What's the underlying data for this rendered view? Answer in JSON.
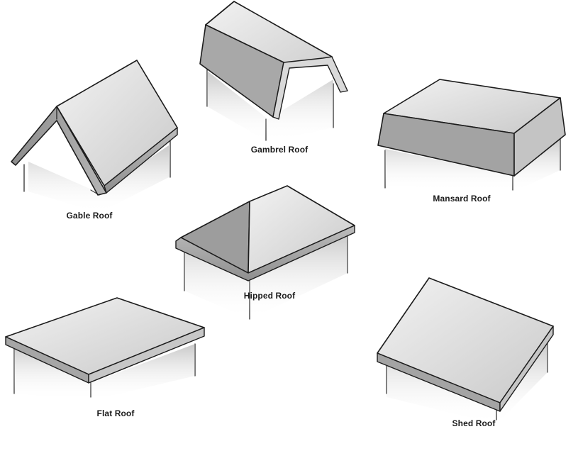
{
  "labels": {
    "gable": "Gable Roof",
    "gambrel": "Gambrel Roof",
    "mansard": "Mansard Roof",
    "hipped": "Hipped Roof",
    "flat": "Flat Roof",
    "shed": "Shed Roof"
  }
}
